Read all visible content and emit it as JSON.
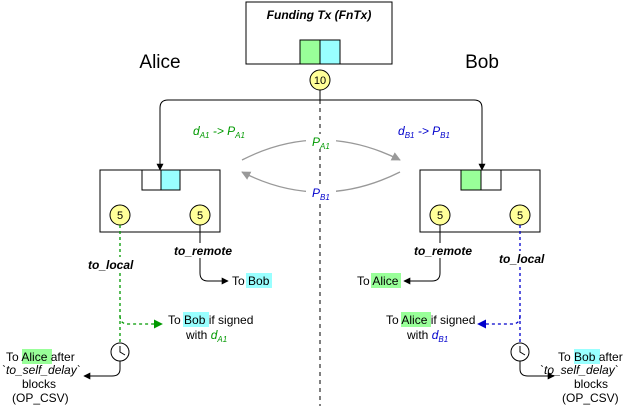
{
  "funding": {
    "title": "Funding Tx (FnTx)",
    "value": "10"
  },
  "parties": {
    "alice": "Alice",
    "bob": "Bob"
  },
  "left_tx": {
    "out_local": "5",
    "out_remote": "5",
    "to_remote_label": "to_remote",
    "to_local_label": "to_local"
  },
  "right_tx": {
    "out_remote": "5",
    "out_local": "5",
    "to_remote_label": "to_remote",
    "to_local_label": "to_local"
  },
  "signals": {
    "d_a1": {
      "main": "d",
      "sub": "A1",
      "arrow": " -> ",
      "p": "P",
      "psub": "A1"
    },
    "d_b1": {
      "main": "d",
      "sub": "B1",
      "arrow": " -> ",
      "p": "P",
      "psub": "B1"
    },
    "p_a1": {
      "main": "P",
      "sub": "A1"
    },
    "p_b1": {
      "main": "P",
      "sub": "B1"
    }
  },
  "destinations": {
    "to_bob": {
      "prefix": "To ",
      "name": "Bob"
    },
    "to_alice": {
      "prefix": "To ",
      "name": "Alice"
    },
    "bob_if_signed": {
      "prefix": "To ",
      "name": "Bob",
      "suffix": " if signed",
      "line2": "with ",
      "d": "d",
      "dsub": "A1"
    },
    "alice_if_signed": {
      "prefix": "To ",
      "name": "Alice",
      "suffix": " if signed",
      "line2": "with ",
      "d": "d",
      "dsub": "B1"
    },
    "alice_after": {
      "prefix": "To ",
      "name": "Alice",
      "suffix": " after",
      "line2": "`to_self_delay`",
      "line3": "blocks",
      "line4": "(OP_CSV)"
    },
    "bob_after": {
      "prefix": "To ",
      "name": "Bob",
      "suffix": " after",
      "line2": "`to_self_delay`",
      "line3": "blocks",
      "line4": "(OP_CSV)"
    }
  },
  "colors": {
    "alice_green": "#99ff99",
    "bob_cyan": "#99ffff",
    "green_text": "#009900",
    "blue_text": "#0000cc",
    "coin_fill": "#ffff99",
    "gray_arrow": "#999999"
  }
}
